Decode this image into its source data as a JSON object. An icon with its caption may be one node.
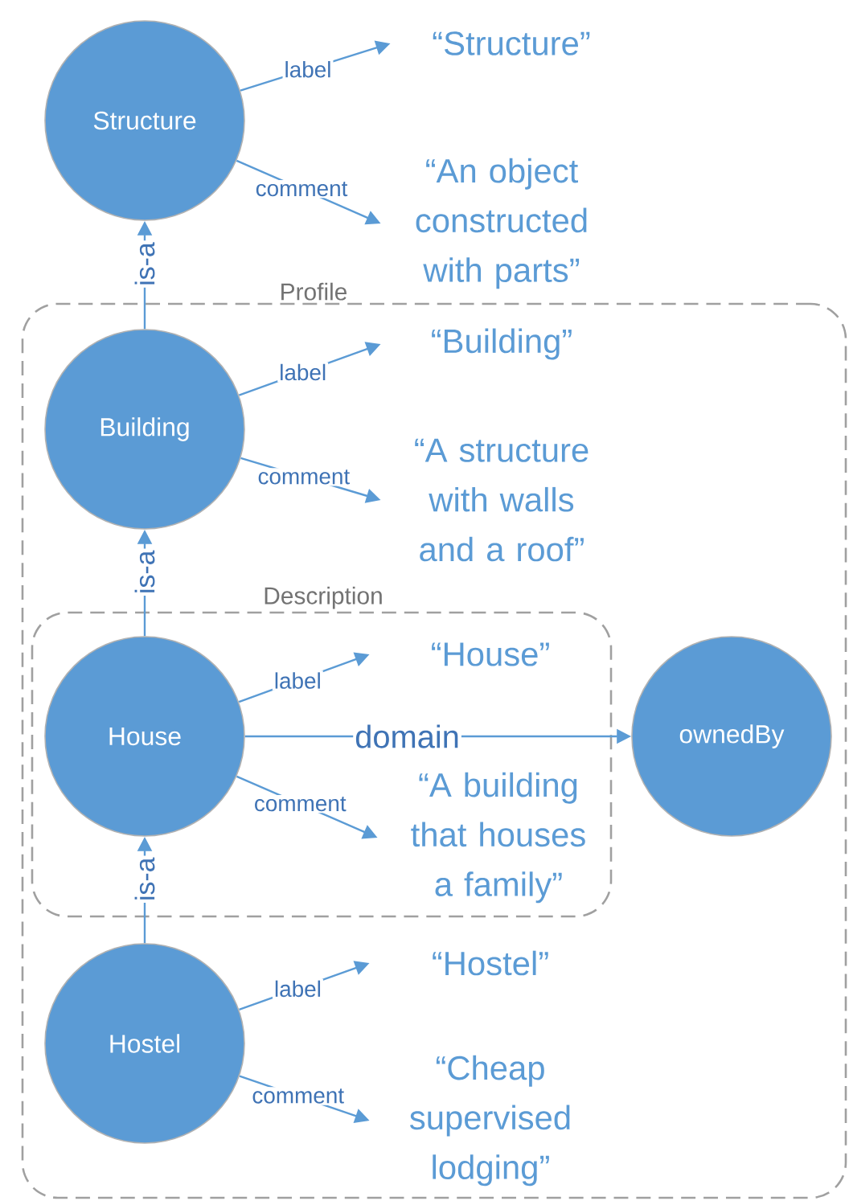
{
  "diagram": {
    "nodes": [
      {
        "text": [
          "Profile"
        ]
      },
      {
        "text": [
          "Structure"
        ]
      },
      {
        "text": [
          "“Structure”"
        ]
      },
      {
        "text": [
          "“An object constructed with parts”"
        ]
      },
      {
        "text": [
          "Building"
        ],
        "in": 0
      },
      {
        "text": [
          "“Building”"
        ],
        "in": 0
      },
      {
        "text": [
          "“A structure with walls and a roof”"
        ],
        "in": 0
      },
      {
        "text": [
          "Description"
        ],
        "in": 0
      },
      {
        "text": [
          "House"
        ],
        "in": 7
      },
      {
        "text": [
          "“House”"
        ],
        "in": 7
      },
      {
        "text": [
          "“A building that houses a family”"
        ],
        "in": 7
      },
      {
        "text": [
          "ownedBy"
        ],
        "in": 0
      },
      {
        "text": [
          "Hostel"
        ],
        "in": 0
      },
      {
        "text": [
          "“Hostel”"
        ],
        "in": 0
      },
      {
        "text": [
          "“Cheap supervised lodging”"
        ],
        "in": 0
      }
    ],
    "edges": [
      {
        "from": 1,
        "to": 2,
        "arrow": "to",
        "label": "label"
      },
      {
        "from": 1,
        "to": 3,
        "arrow": "to",
        "label": "comment"
      },
      {
        "from": 4,
        "to": 1,
        "arrow": "to",
        "label": "is-a"
      },
      {
        "from": 4,
        "to": 5,
        "arrow": "to",
        "label": "label"
      },
      {
        "from": 4,
        "to": 6,
        "arrow": "to",
        "label": "comment"
      },
      {
        "from": 8,
        "to": 4,
        "arrow": "to",
        "label": "is-a"
      },
      {
        "from": 8,
        "to": 9,
        "arrow": "to",
        "label": "label"
      },
      {
        "from": 8,
        "to": 11,
        "arrow": "to",
        "label": "domain"
      },
      {
        "from": 8,
        "to": 10,
        "arrow": "to",
        "label": "comment"
      },
      {
        "from": 12,
        "to": 8,
        "arrow": "to",
        "label": "is-a"
      },
      {
        "from": 12,
        "to": 13,
        "arrow": "to",
        "label": "label"
      },
      {
        "from": 12,
        "to": 14,
        "arrow": "to",
        "label": "comment"
      }
    ]
  }
}
